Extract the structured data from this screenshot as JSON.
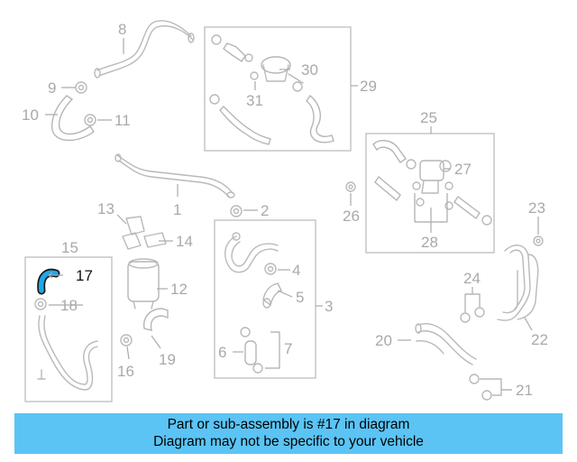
{
  "diagram": {
    "callouts": {
      "c1": "1",
      "c2": "2",
      "c3": "3",
      "c4": "4",
      "c5": "5",
      "c6": "6",
      "c7": "7",
      "c8": "8",
      "c9": "9",
      "c10": "10",
      "c11": "11",
      "c12": "12",
      "c13": "13",
      "c14": "14",
      "c15": "15",
      "c16": "16",
      "c17": "17",
      "c18": "18",
      "c19": "19",
      "c20": "20",
      "c21": "21",
      "c22": "22",
      "c23": "23",
      "c24": "24",
      "c25": "25",
      "c26": "26",
      "c27": "27",
      "c28": "28",
      "c29": "29",
      "c30": "30",
      "c31": "31"
    },
    "highlighted_part": "17"
  },
  "banner": {
    "line1": "Part or sub-assembly is #17 in diagram",
    "line2": "Diagram may not be specific to your vehicle",
    "color": "#5bc4f5"
  },
  "colors": {
    "line_art": "#b9b9b9",
    "highlight_fill": "#1ea8e8",
    "highlight_outline": "#1b1b1b"
  }
}
